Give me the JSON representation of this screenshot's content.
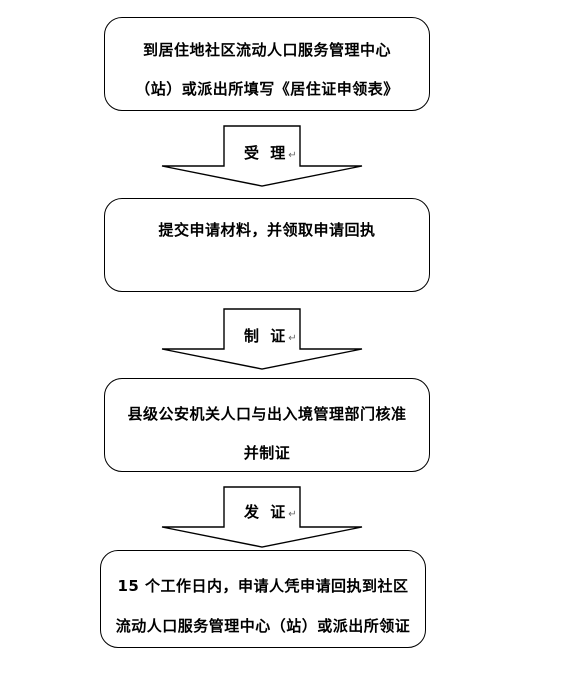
{
  "steps": [
    {
      "lines": [
        "到居住地社区流动人口服务管理中心",
        "（站）或派出所填写《居住证申领表》"
      ]
    },
    {
      "lines": [
        "提交申请材料，并领取申请回执"
      ]
    },
    {
      "lines": [
        "县级公安机关人口与出入境管理部门核准",
        "并制证"
      ]
    },
    {
      "lines": [
        "15 个工作日内，申请人凭申请回执到社区",
        "流动人口服务管理中心（站）或派出所领证"
      ]
    }
  ],
  "arrows": [
    {
      "label": "受 理"
    },
    {
      "label": "制 证"
    },
    {
      "label": "发 证"
    }
  ],
  "paragraph_mark": "↵"
}
